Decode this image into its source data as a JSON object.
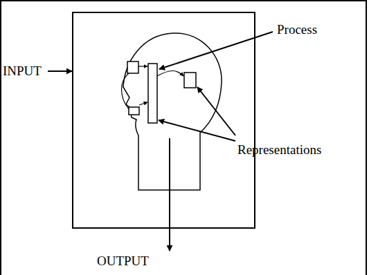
{
  "diagram": {
    "labels": [
      "INPUT",
      "Process",
      "Representations",
      "OUTPUT"
    ]
  }
}
